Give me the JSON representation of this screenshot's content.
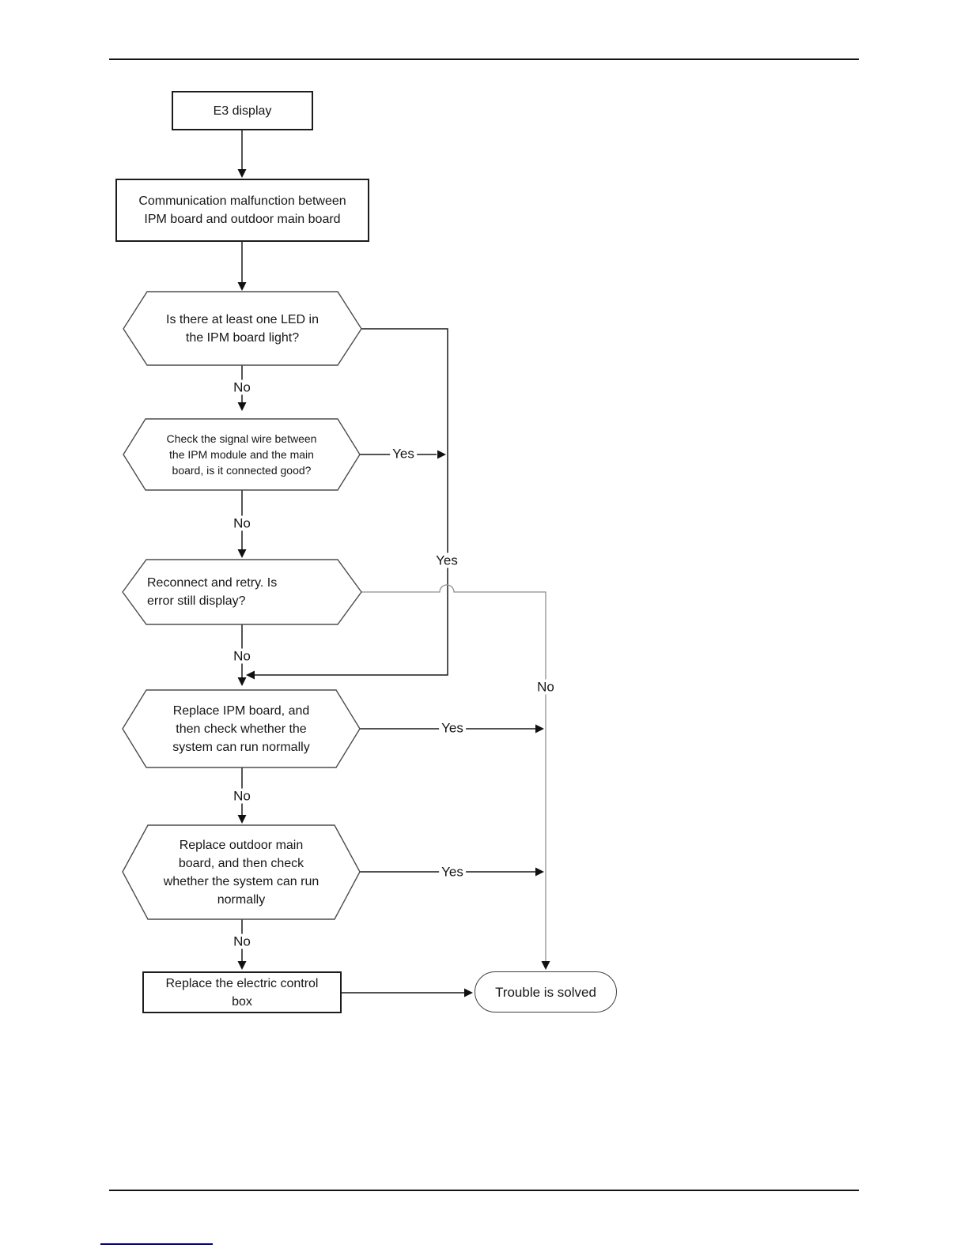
{
  "flow": {
    "nodes": [
      {
        "id": "start",
        "type": "process",
        "label": "E3 display"
      },
      {
        "id": "fault",
        "type": "process",
        "label": "Communication malfunction between\nIPM board and outdoor main board"
      },
      {
        "id": "led-check",
        "type": "decision",
        "label": "Is there at least one LED in\nthe IPM board light?"
      },
      {
        "id": "signal-wire",
        "type": "decision",
        "label": "Check the signal wire between\nthe IPM module and the main\nboard, is it connected good?"
      },
      {
        "id": "reconnect-retry",
        "type": "decision",
        "label": "Reconnect and retry. Is\nerror still display?"
      },
      {
        "id": "replace-ipm",
        "type": "decision",
        "label": "Replace IPM board, and\nthen check whether the\nsystem can run normally"
      },
      {
        "id": "replace-mainboard",
        "type": "decision",
        "label": "Replace outdoor main\nboard, and then check\nwhether the system can run\nnormally"
      },
      {
        "id": "replace-box",
        "type": "process",
        "label": "Replace the electric control\nbox"
      },
      {
        "id": "solved",
        "type": "terminal",
        "label": "Trouble is solved"
      }
    ],
    "edge_labels": {
      "yes": "Yes",
      "no": "No"
    }
  },
  "colors": {
    "primary_line": "#1a1a1a",
    "secondary_line": "#8f8f8f",
    "footer_link_underline": "#00008b"
  }
}
